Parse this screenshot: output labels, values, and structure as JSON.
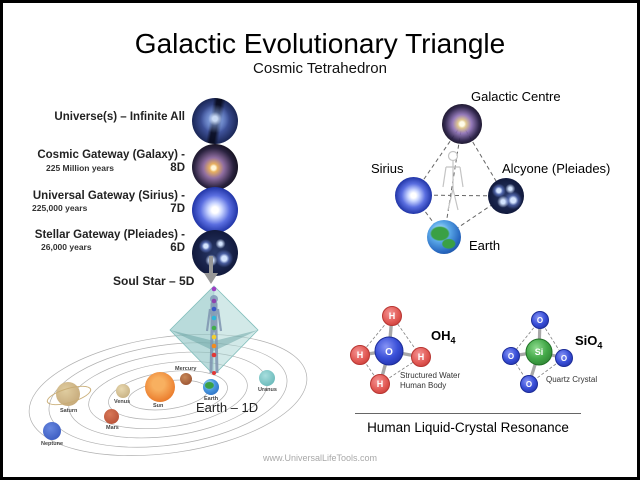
{
  "title": "Galactic Evolutionary Triangle",
  "subtitle": "Cosmic Tetrahedron",
  "left_panel": {
    "gateways": [
      {
        "label": "Universe(s) – Infinite All",
        "years": "",
        "image": "universe-nebula"
      },
      {
        "label": "Cosmic Gateway (Galaxy) - 8D",
        "years": "225 Million years",
        "image": "spiral-galaxy"
      },
      {
        "label": "Universal Gateway (Sirius) - 7D",
        "years": "225,000 years",
        "image": "sirius-star"
      },
      {
        "label": "Stellar Gateway (Pleiades) - 6D",
        "years": "26,000 years",
        "image": "pleiades-cluster"
      }
    ],
    "soul_star_label": "Soul Star – 5D",
    "earth_label": "Earth – 1D",
    "chakra_colors": [
      "#a03fc4",
      "#8e44ad",
      "#3a58c8",
      "#2fb6d9",
      "#3fae4a",
      "#f2cf30",
      "#f28a1e",
      "#e23737"
    ],
    "solar_system": {
      "planets": [
        {
          "name": "Sun"
        },
        {
          "name": "Mercury"
        },
        {
          "name": "Venus"
        },
        {
          "name": "Earth"
        },
        {
          "name": "Mars"
        },
        {
          "name": "Saturn"
        },
        {
          "name": "Uranus"
        },
        {
          "name": "Neptune"
        }
      ]
    }
  },
  "tetrahedron": {
    "nodes": [
      {
        "label": "Galactic Centre",
        "image": "galactic-centre-galaxy"
      },
      {
        "label": "Sirius",
        "image": "sirius-star"
      },
      {
        "label": "Alcyone (Pleiades)",
        "image": "pleiades-cluster"
      },
      {
        "label": "Earth",
        "image": "earth-globe"
      }
    ]
  },
  "molecules": {
    "water": {
      "formula": "OH",
      "formula_subscript": "4",
      "center_atom": "O",
      "outer_atom": "H",
      "caption_lines": [
        "Structured Water",
        "Human Body"
      ],
      "center_color": "#3a50d8",
      "outer_color": "#e25b56"
    },
    "quartz": {
      "formula": "SiO",
      "formula_subscript": "4",
      "center_atom": "Si",
      "outer_atom": "O",
      "caption": "Quartz Crystal",
      "center_color": "#43a848",
      "outer_color": "#3a50d8"
    },
    "heading": "Human Liquid-Crystal Resonance"
  },
  "footer": "www.UniversalLifeTools.com"
}
